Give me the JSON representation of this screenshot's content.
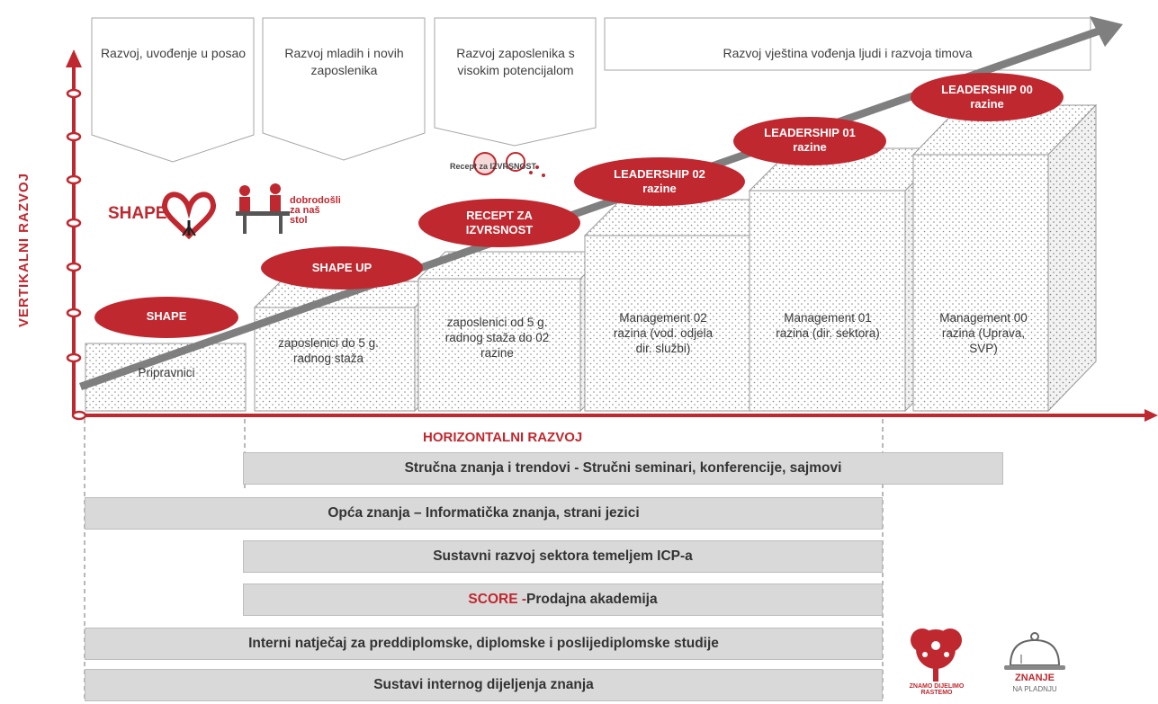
{
  "axes": {
    "vertical_label": "VERTIKALNI  RAZVOJ",
    "horizontal_label": "HORIZONTALNI RAZVOJ"
  },
  "callouts": [
    {
      "text": "Razvoj, uvođenje u posao"
    },
    {
      "text": "Razvoj mladih i novih zaposlenika"
    },
    {
      "text": "Razvoj zaposlenika s visokim potencijalom"
    },
    {
      "text": "Razvoj vještina vođenja ljudi i razvoja timova"
    }
  ],
  "levels": [
    {
      "program": "SHAPE",
      "group": "Pripravnici"
    },
    {
      "program": "SHAPE UP",
      "group": "zaposlenici do 5 g. radnog staža"
    },
    {
      "program": "RECEPT ZA IZVRSNOST",
      "group": "zaposlenici od 5 g. radnog staža do 02 razine"
    },
    {
      "program": "LEADERSHIP 02 razine",
      "group": "Management 02 razina (vod. odjela dir. službi)"
    },
    {
      "program": "LEADERSHIP 01 razine",
      "group": "Management 01 razina (dir. sektora)"
    },
    {
      "program": "LEADERSHIP 00 razine",
      "group": "Management 00 razina (Uprava, SVP)"
    }
  ],
  "logos": {
    "shape": "SHAPE",
    "welcome": "dobrodošli za naš stol",
    "recept": "Recept za IZVRSNOST",
    "znamo": "ZNAMO DIJELIMO RASTEMO",
    "znanje_title": "ZNANJE",
    "znanje_sub": "NA PLADNJU"
  },
  "bars": [
    {
      "text": "Stručna znanja i trendovi - Stručni seminari, konferencije, sajmovi"
    },
    {
      "text": "Opća znanja – Informatička znanja, strani jezici"
    },
    {
      "text": "Sustavni razvoj sektora temeljem ICP-a"
    },
    {
      "prefix": "SCORE - ",
      "text": "Prodajna akademija"
    },
    {
      "text": "Interni natječaj za preddiplomske, diplomske i poslijediplomske studije"
    },
    {
      "text": "Sustavi internog dijeljenja znanja"
    }
  ],
  "colors": {
    "brand_red": "#c0282f",
    "arrow_gray": "#7f7f7f",
    "bar_gray": "#d9d9d9"
  }
}
